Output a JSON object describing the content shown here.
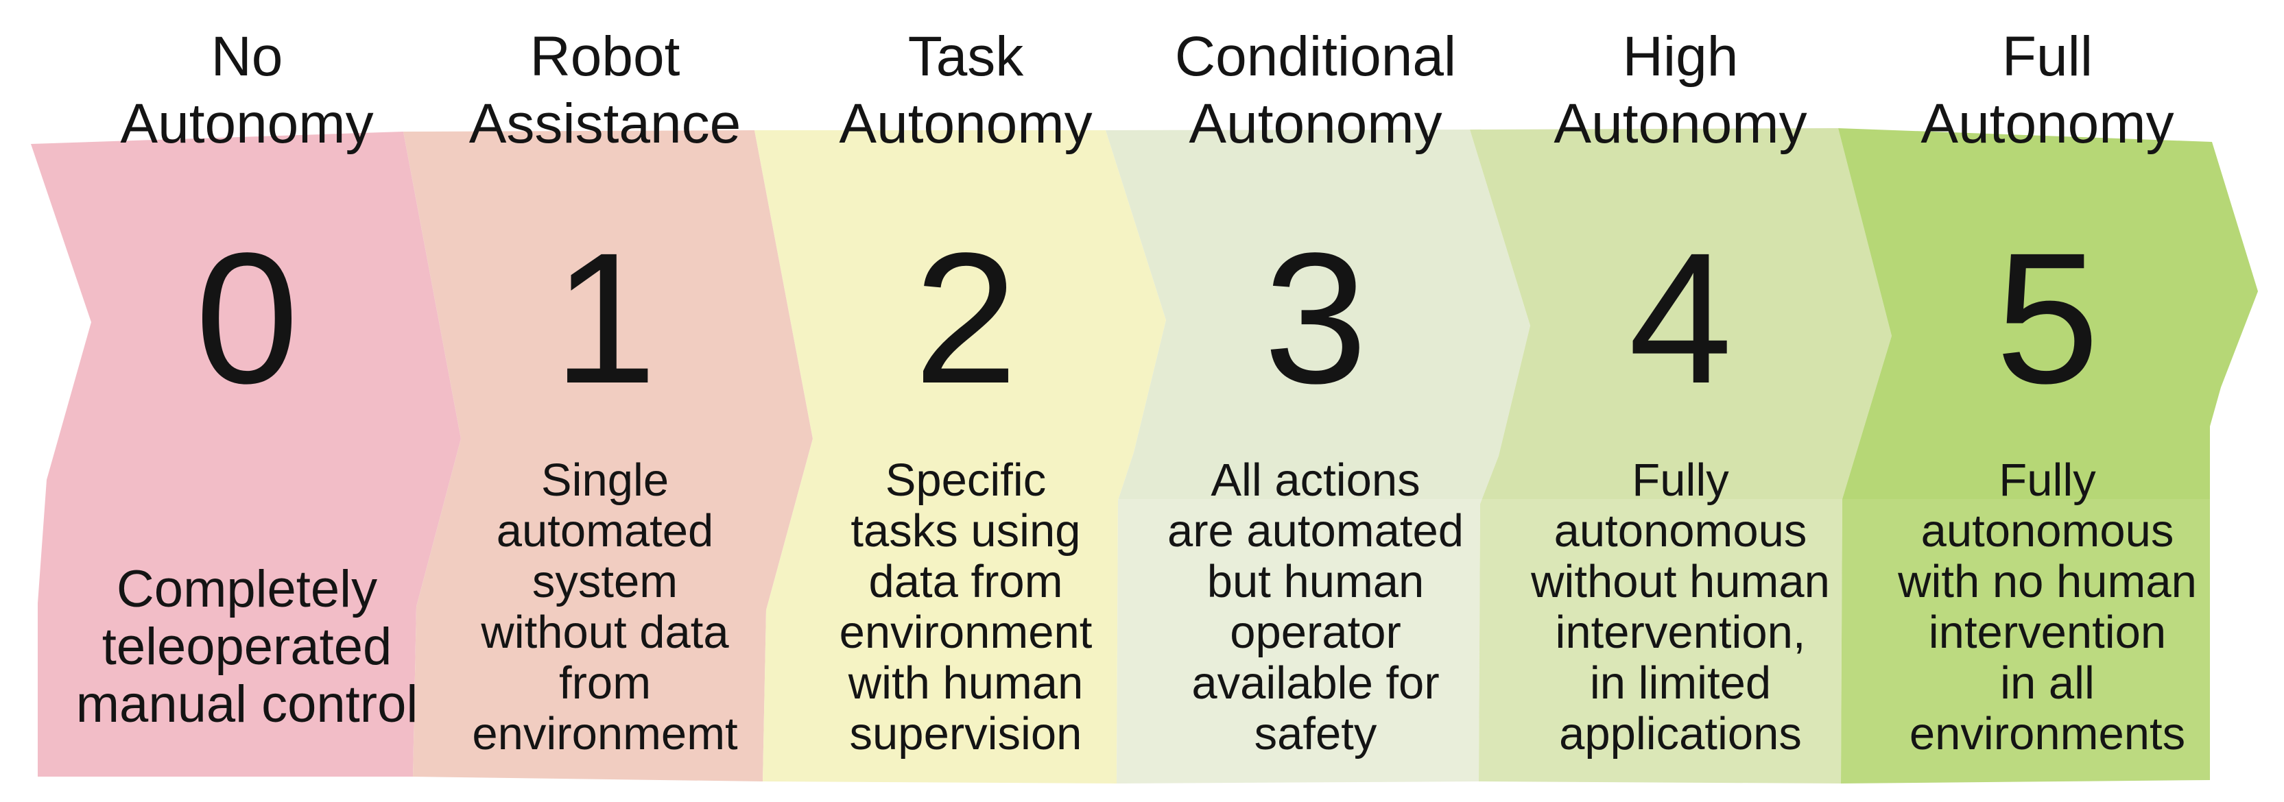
{
  "figure": {
    "background": "#ffffff",
    "text_color": "#141414"
  },
  "chevrons": [
    {
      "level": "0",
      "title": "No\nAutonomy",
      "description": "Completely\nteleoperated\nmanual control",
      "color_top": "#f2bdc7",
      "color_bottom": "#f2bdc7"
    },
    {
      "level": "1",
      "title": "Robot\nAssistance",
      "description": "Single\nautomated\nsystem\nwithout data\nfrom\nenvironmemt",
      "color_top": "#f1cdc1",
      "color_bottom": "#f1cdc1"
    },
    {
      "level": "2",
      "title": "Task\nAutonomy",
      "description": "Specific\ntasks using\ndata from\nenvironment\nwith human\nsupervision",
      "color_top": "#f5f3c4",
      "color_bottom": "#f5f3c4"
    },
    {
      "level": "3",
      "title": "Conditional\nAutonomy",
      "description": "All actions\nare automated\nbut human\noperator\navailable for\nsafety",
      "color_top": "#e4ebd3",
      "color_bottom": "#e9eeda"
    },
    {
      "level": "4",
      "title": "High\nAutonomy",
      "description": "Fully\nautonomous\nwithout human\nintervention,\nin limited\napplications",
      "color_top": "#d5e3ac",
      "color_bottom": "#dbe7b7"
    },
    {
      "level": "5",
      "title": "Full\nAutonomy",
      "description": "Fully\nautonomous\nwith no human\nintervention\nin all\nenvironments",
      "color_top": "#b6d776",
      "color_bottom": "#bcda80"
    }
  ]
}
